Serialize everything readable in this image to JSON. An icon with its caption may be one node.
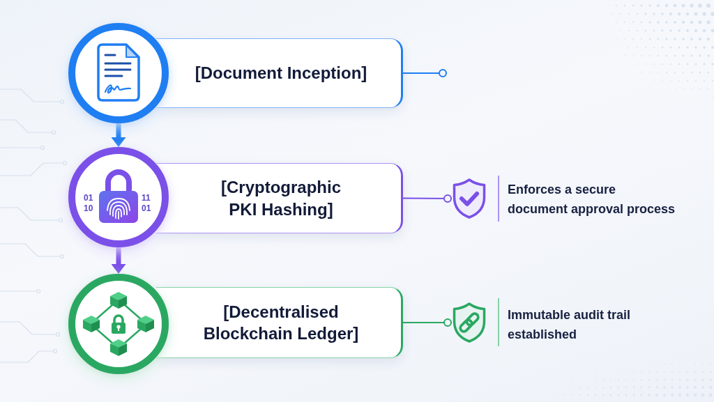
{
  "diagram": {
    "nodes": [
      {
        "text": [],
        "shape": "circle"
      },
      {
        "text": [
          "[Document Inception]"
        ]
      },
      {
        "text": [
          "01 10",
          "11 01"
        ]
      },
      {
        "text": [
          "[Cryptographic PKI Hashing]"
        ]
      },
      {
        "text": [],
        "shape": "shield",
        "beside": [
          "Enforces a secure document approval process"
        ]
      },
      {
        "text": [],
        "shape": "circle"
      },
      {
        "text": [
          "[Decentralised Blockchain Ledger]"
        ]
      },
      {
        "text": [],
        "shape": "shield",
        "beside": [
          "Immutable audit trail established"
        ]
      }
    ],
    "edges": [
      {
        "from": 0,
        "to": 2,
        "arrow": "to",
        "style": "thick",
        "color": "#1f7ef2"
      },
      {
        "from": 2,
        "to": 5,
        "arrow": "to",
        "style": "thick",
        "color": "#7a50e8"
      },
      {
        "from": 1,
        "to": null,
        "arrow": "other",
        "color": "#1f7ef2"
      },
      {
        "from": 3,
        "to": 4,
        "arrow": "other",
        "color": "#7a50e8"
      },
      {
        "from": 6,
        "to": 7,
        "arrow": "other",
        "color": "#2aa862"
      }
    ]
  }
}
